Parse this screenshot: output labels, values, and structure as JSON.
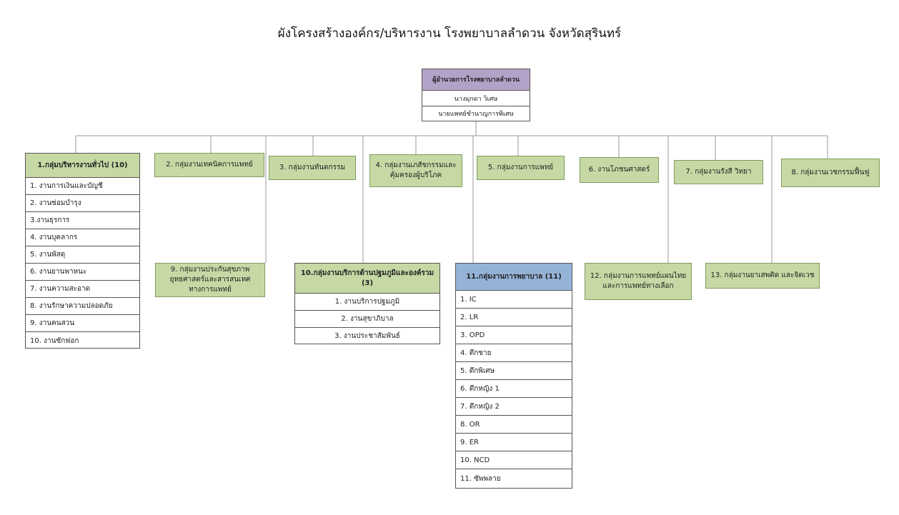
{
  "title": "ผังโครงสร้างองค์กร/บริหารงาน โรงพยาบาลลำดวน จังหวัดสุรินทร์",
  "director": {
    "title": "ผู้อำนวยการโรงพยาบาลลำดวน",
    "name": "นางมุกดา วิเศษ",
    "position": "นายแพทย์ชำนาญการพิเศษ"
  },
  "group1": {
    "title": "1.กลุ่มบริหารงานทั่วไป (10)",
    "items": [
      "1. งานการเงินและบัญชี",
      "2. งานซ่อมบำรุง",
      "3.งานธุรการ",
      "4. งานบุคลากร",
      "5. งานพัสดุ",
      "6. งานยานพาหนะ",
      "7. งานความสะอาด",
      "8. งานรักษาความปลอดภัย",
      "9. งานคนสวน",
      "10. งานซักฟอก"
    ]
  },
  "group2": "2. กลุ่มงานเทคนิคการแพทย์",
  "group3": "3. กลุ่มงานทันตกรรม",
  "group4": "4. กลุ่มงานเภสัชกรรมและคุ้มครองผู้บริโภค",
  "group5": "5. กลุ่มงานการแพทย์",
  "group6": "6. งานโภชนศาสตร์",
  "group7": "7. กลุ่มงานรังสี วิทยา",
  "group8": "8. กลุ่มงานเวชกรรมฟื้นฟู",
  "group9": "9. กลุ่มงานประกันสุขภาพ ยุทธศาสตร์และสารสนเทศทางการแพทย์",
  "group10": {
    "title": "10.กลุ่มงานบริการด้านปฐมภูมิและองค์รวม (3)",
    "items": [
      "1. งานบริการปฐมภูมิ",
      "2. งานสุขาภิบาล",
      "3. งานประชาสัมพันธ์"
    ]
  },
  "group11": {
    "title": "11.กลุ่มงานการพยาบาล (11)",
    "items": [
      "1. IC",
      "2. LR",
      "3. OPD",
      "4. ตึกชาย",
      "5. ตึกพิเศษ",
      "6. ตึกหญิง 1",
      "7. ตึกหญิง 2",
      "8. OR",
      "9. ER",
      "10. NCD",
      "11. ซัพพลาย"
    ]
  },
  "group12": "12. กลุ่มงานการแพทย์แผนไทยและการแพทย์ทางเลือก",
  "group13": "13. กลุ่มงานยาเสพติด และจิตเวช",
  "colors": {
    "green": "#c6d9a4",
    "blue": "#95b3d7",
    "purple": "#b3a2c7"
  }
}
